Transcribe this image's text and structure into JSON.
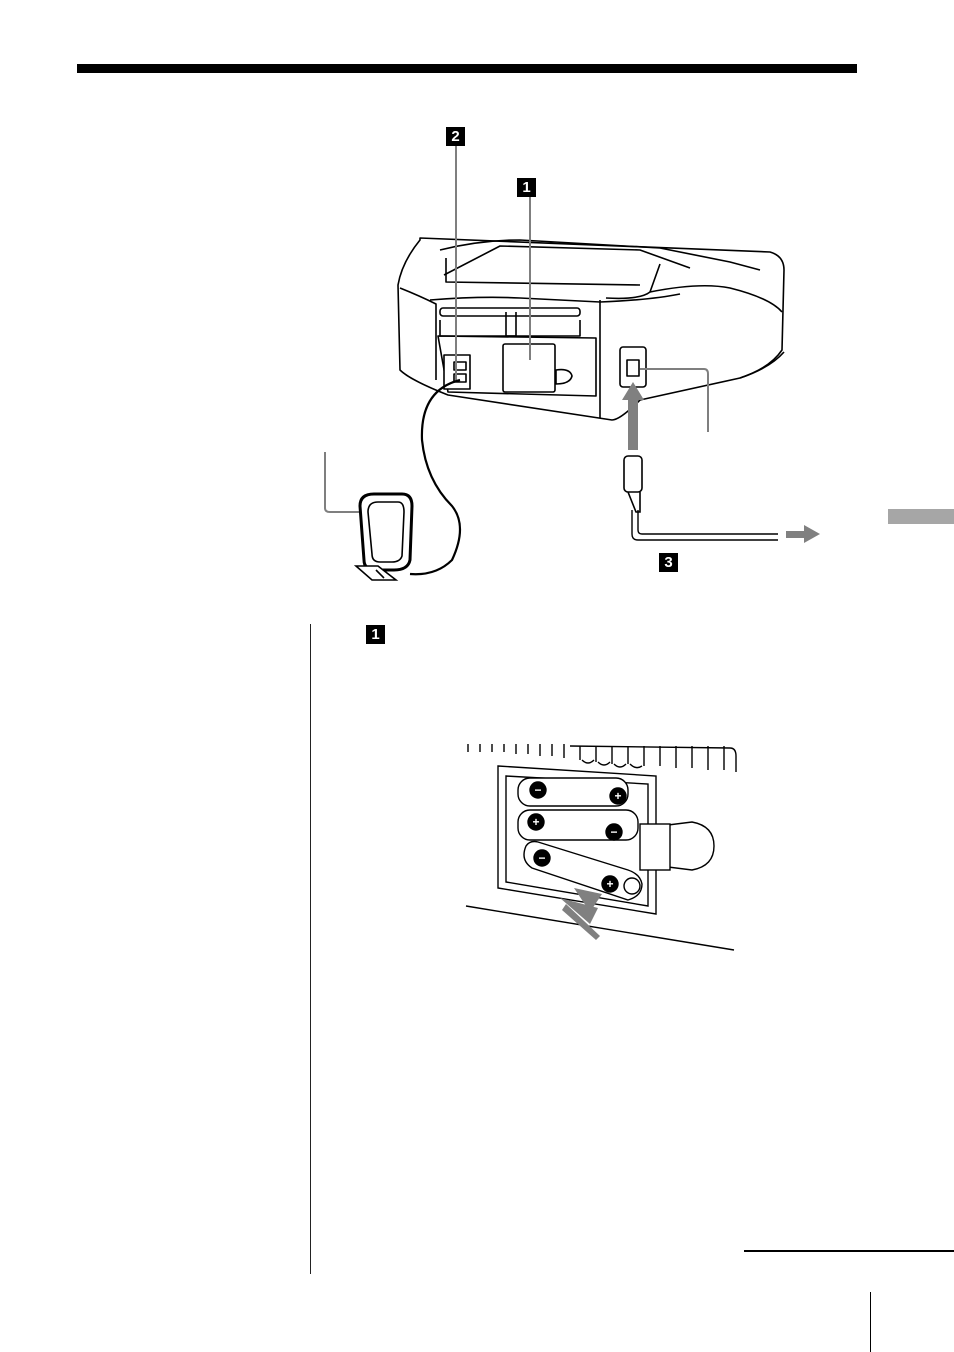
{
  "figure_main": {
    "step_labels": {
      "one": "1",
      "two": "2",
      "three": "3"
    }
  },
  "figure_battery": {
    "step_label": "1",
    "battery_marks": {
      "minus": "−",
      "plus": "+"
    }
  },
  "colors": {
    "ink": "#000000",
    "callout": "#7f7f7f",
    "tab": "#a6a6a6",
    "arrow": "#808080"
  }
}
